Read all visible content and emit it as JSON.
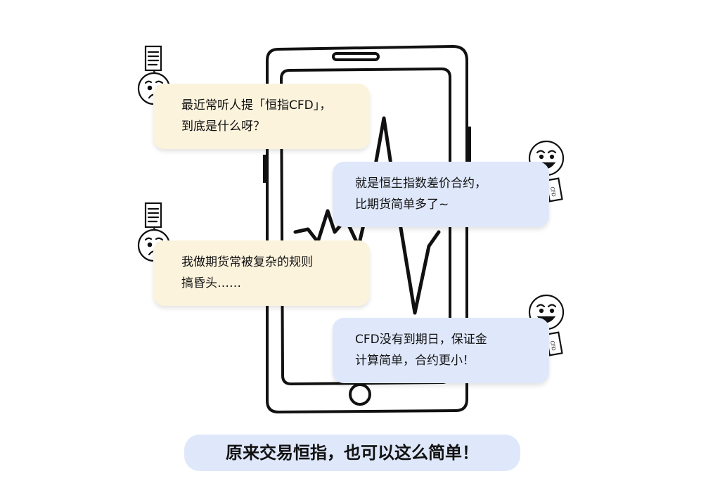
{
  "conversation": [
    {
      "speaker": "worried",
      "lines": [
        "最近常听人提「恒指CFD」，",
        "到底是什么呀？"
      ]
    },
    {
      "speaker": "happy",
      "lines": [
        "就是恒生指数差价合约，",
        "比期货简单多了~"
      ]
    },
    {
      "speaker": "worried",
      "lines": [
        "我做期货常被复杂的规则",
        "搞昏头……"
      ]
    },
    {
      "speaker": "happy",
      "lines": [
        "CFD没有到期日，保证金",
        "计算简单，合约更小！"
      ]
    }
  ],
  "prop_label": "CFD",
  "caption": "原来交易恒指，也可以这么简单！",
  "colors": {
    "question_bubble": "#fcf3dd",
    "answer_bubble": "#dfe8fb",
    "caption_highlight": "#dfe8fb",
    "ink": "#111111"
  },
  "icons": [
    "phone-illustration",
    "heartbeat-line",
    "worried-face-icon",
    "document-icon",
    "smiling-face-icon",
    "cfd-card-icon"
  ]
}
